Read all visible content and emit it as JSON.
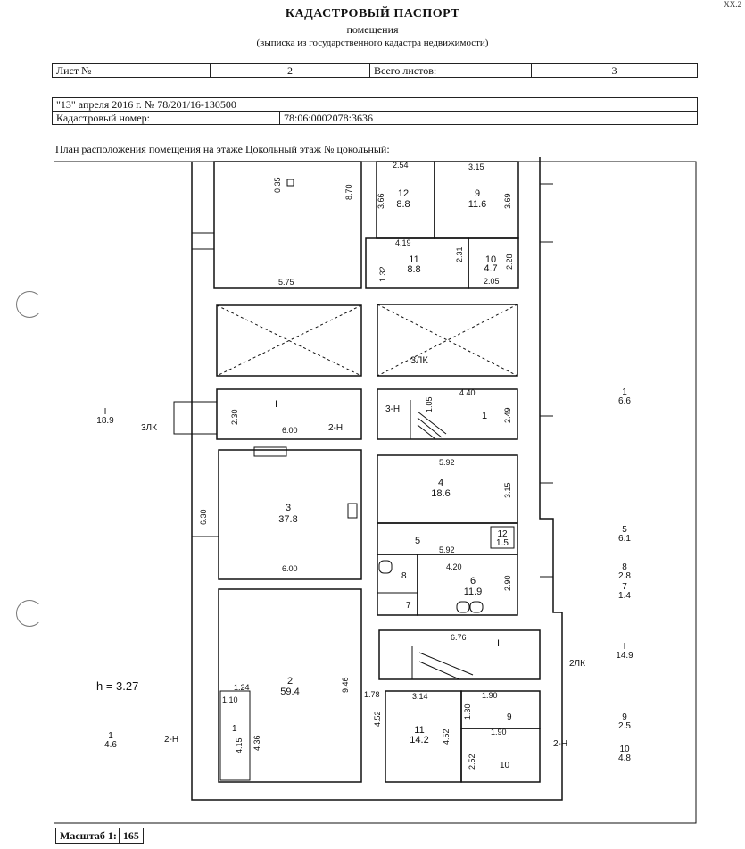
{
  "header": {
    "title": "КАДАСТРОВЫЙ ПАСПОРТ",
    "subtitle": "помещения",
    "note": "(выписка из государственного кадастра недвижимости)",
    "corner": "ХХ.2"
  },
  "sheet": {
    "sheet_label": "Лист №",
    "sheet_value": "2",
    "total_label": "Всего листов:",
    "total_value": "3"
  },
  "info": {
    "date_line": "\"13\" апреля 2016 г. № 78/201/16-130500",
    "cadastral_label": "Кадастровый номер:",
    "cadastral_value": "78:06:0002078:3636"
  },
  "plan": {
    "caption_prefix": "План расположения помещения на этаже",
    "caption_floor": "Цокольный этаж № цокольный:",
    "height_label": "h  =  3.27",
    "labels": {
      "r12_num": "12",
      "r12_area": "8.8",
      "r9_num": "9",
      "r9_area": "11.6",
      "r11a_num": "11",
      "r11a_area": "8.8",
      "r10a_num": "10",
      "r10a_area": "4.7",
      "corr_i": "I",
      "r1_num": "1",
      "stair_3n": "3-Н",
      "lk3": "3ЛК",
      "lk3_left": "3ЛК",
      "n2_a": "2-Н",
      "r4_num": "4",
      "r4_area": "18.6",
      "r3_num": "3",
      "r3_area": "37.8",
      "r5_num": "5",
      "r12b_num": "12",
      "r12b_area": "1.5",
      "r8_num": "8",
      "r7_num": "7",
      "r6_num": "6",
      "r6_area": "11.9",
      "stair2_i": "I",
      "lk2": "2ЛК",
      "r2_num": "2",
      "r2_area": "59.4",
      "r1b_num": "1",
      "n2_b": "2-Н",
      "r11b_num": "11",
      "r11b_area": "14.2",
      "r9b_num": "9",
      "r10b_num": "10",
      "n2_c": "2-Н",
      "side_l1_num": "I",
      "side_l1_area": "18.9",
      "side_l2_num": "1",
      "side_l2_area": "4.6",
      "side_r1_num": "1",
      "side_r1_area": "6.6",
      "side_r2_num": "5",
      "side_r2_area": "6.1",
      "side_r3_num": "8",
      "side_r3_area": "2.8",
      "side_r4_num": "7",
      "side_r4_area": "1.4",
      "side_r5_num": "I",
      "side_r5_area": "14.9",
      "side_r6_num": "9",
      "side_r6_area": "2.5",
      "side_r7_num": "10",
      "side_r7_area": "4.8"
    },
    "dims": {
      "d254": "2.54",
      "d315": "3.15",
      "d035": "0.35",
      "d870": "8.70",
      "d366": "3.66",
      "d369": "3.69",
      "d419": "4.19",
      "d231": "2.31",
      "d228": "2.28",
      "d132": "1.32",
      "d205": "2.05",
      "d575": "5.75",
      "d230": "2.30",
      "d600a": "6.00",
      "d105": "1.05",
      "d440": "4.40",
      "d249": "2.49",
      "d592a": "5.92",
      "d315b": "3.15",
      "d630": "6.30",
      "d600b": "6.00",
      "d592b": "5.92",
      "d420": "4.20",
      "d290": "2.90",
      "d676": "6.76",
      "d946": "9.46",
      "d124": "1.24",
      "d110": "1.10",
      "d178": "1.78",
      "d314": "3.14",
      "d190a": "1.90",
      "d130": "1.30",
      "d190b": "1.90",
      "d452a": "4.52",
      "d452b": "4.52",
      "d415": "4.15",
      "d436": "4.36",
      "d252": "2.52"
    }
  },
  "footer": {
    "scale_label": "Масштаб 1:",
    "scale_value": "165"
  }
}
